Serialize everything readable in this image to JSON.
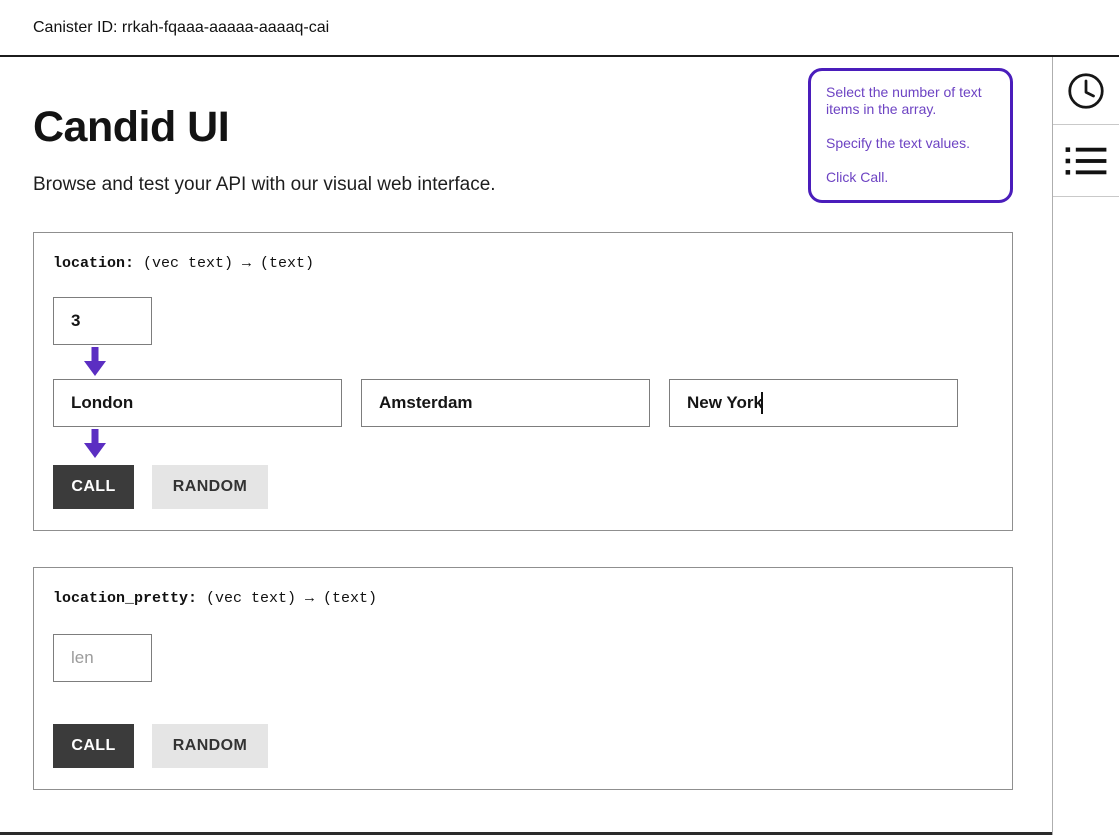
{
  "header": {
    "canister_id": "Canister ID: rrkah-fqaaa-aaaaa-aaaaq-cai"
  },
  "page": {
    "title": "Candid UI",
    "subtitle": "Browse and test your API with our visual web interface."
  },
  "tooltip": {
    "lines": [
      "Select the number of text items in the array.",
      "Specify the text values.",
      "Click Call."
    ]
  },
  "methods": [
    {
      "name": "location:",
      "signature": "(vec text) → (text)",
      "array_length": "3",
      "items": [
        "London",
        "Amsterdam",
        "New York"
      ],
      "call_label": "CALL",
      "random_label": "RANDOM"
    },
    {
      "name": "location_pretty:",
      "signature": "(vec text) → (text)",
      "arg_placeholder": "len",
      "call_label": "CALL",
      "random_label": "RANDOM"
    }
  ],
  "sidebar": {
    "items": [
      {
        "icon": "clock-history-icon"
      },
      {
        "icon": "method-list-icon"
      }
    ]
  },
  "colors": {
    "accent_purple": "#4a1dbb",
    "tooltip_text": "#6d43c3",
    "call_button_bg": "#3b3b3b",
    "random_button_bg": "#e5e5e5"
  }
}
